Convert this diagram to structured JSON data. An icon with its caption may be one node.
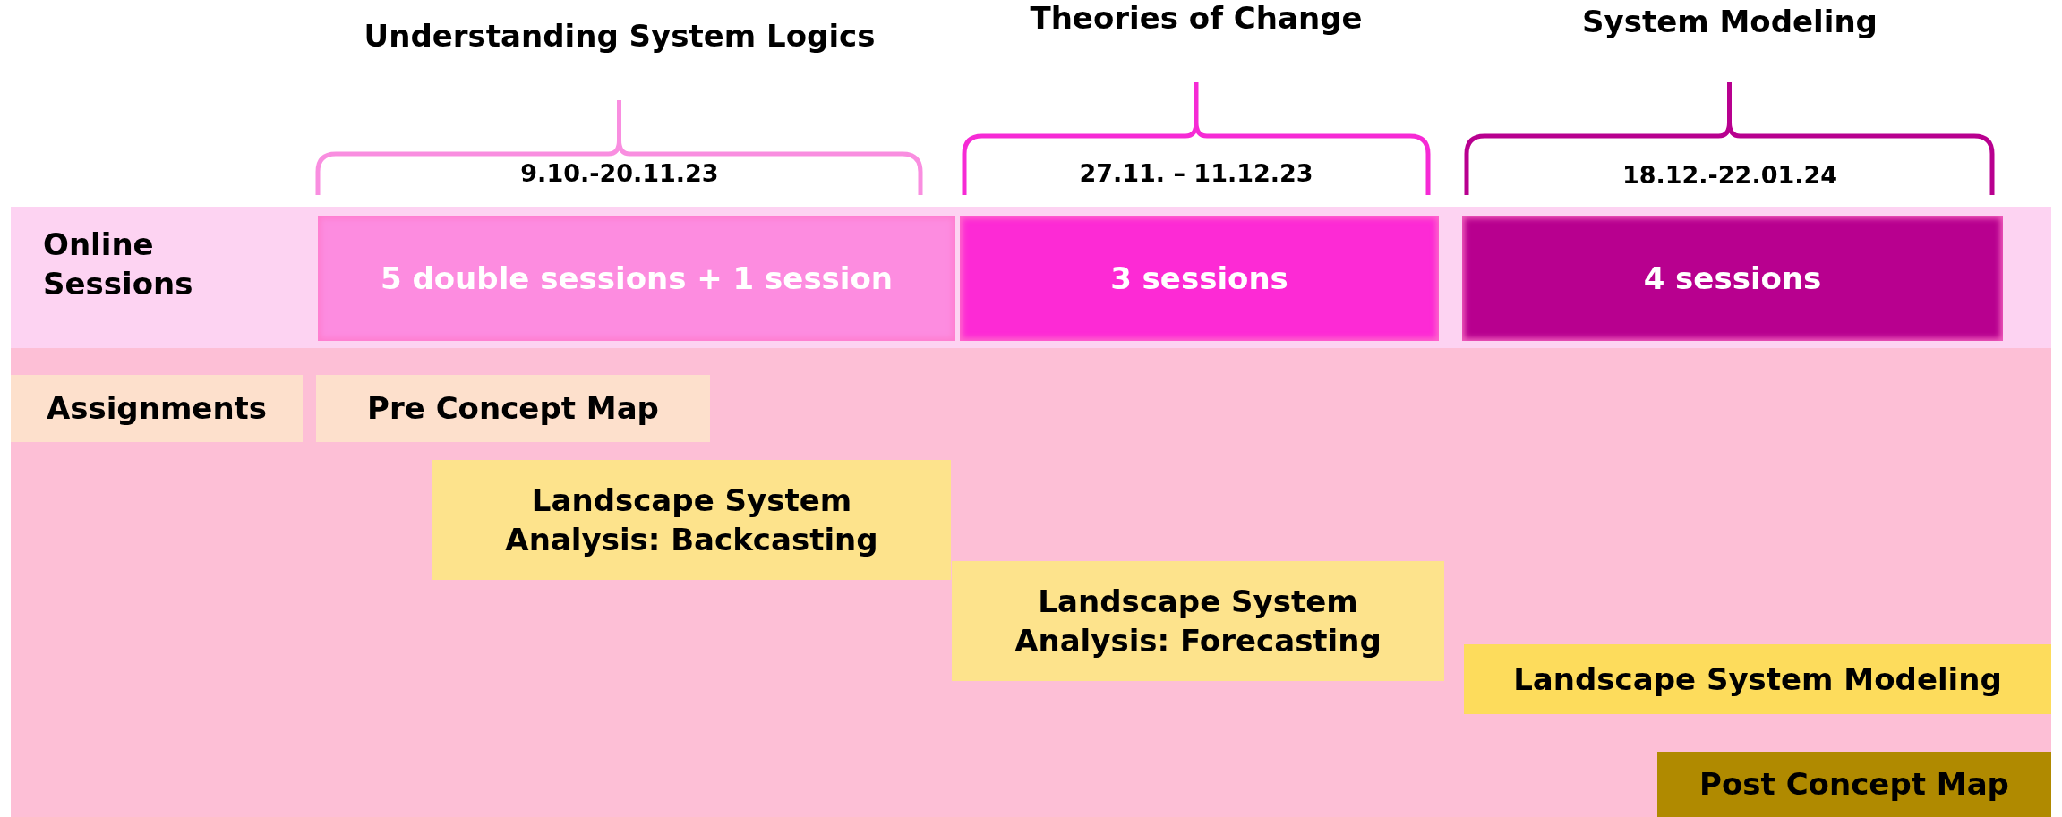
{
  "diagram": {
    "nodes": [
      {
        "text": [
          "Online Sessions"
        ]
      },
      {
        "text": [
          "5 double sessions + 1 session"
        ],
        "in": 0
      },
      {
        "text": [
          "3 sessions"
        ],
        "in": 0
      },
      {
        "text": [
          "4 sessions"
        ],
        "in": 0
      },
      {
        "text": [],
        "shape": "box"
      },
      {
        "text": [
          "Assignments"
        ],
        "in": 4
      },
      {
        "text": [
          "Pre Concept Map"
        ],
        "in": 4
      },
      {
        "text": [
          "Landscape System Analysis: Backcasting"
        ],
        "in": 4
      },
      {
        "text": [
          "Landscape System Analysis: Forecasting"
        ],
        "in": 4
      },
      {
        "text": [
          "Landscape System Modeling"
        ],
        "in": 4
      },
      {
        "text": [
          "Post Concept Map"
        ],
        "in": 4
      }
    ],
    "labels": [
      "Understanding System Logics",
      "Theories of Change",
      "System Modeling",
      "9.10.-20.11.23",
      "27.11. – 11.12.23",
      "18.12.-22.01.24"
    ]
  }
}
